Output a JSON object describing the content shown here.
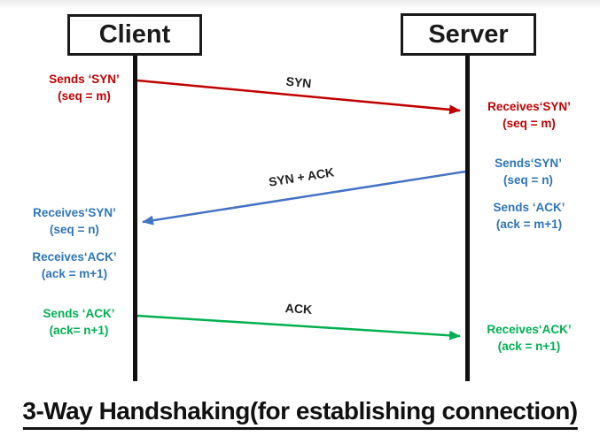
{
  "title": "3-Way Handshaking(for establishing connection)",
  "colors": {
    "red": "#C00000",
    "blue_text": "#2E75B6",
    "blue_line": "#4472C4",
    "green": "#00B050",
    "black": "#1A1A1A"
  },
  "actors": {
    "client": "Client",
    "server": "Server"
  },
  "messages": {
    "syn": {
      "label": "SYN",
      "from": "client",
      "to": "server",
      "color": "#C00000"
    },
    "syn_ack": {
      "label": "SYN + ACK",
      "from": "server",
      "to": "client",
      "color": "#4472C4"
    },
    "ack": {
      "label": "ACK",
      "from": "client",
      "to": "server",
      "color": "#00B050"
    }
  },
  "annotations": {
    "client": {
      "sends_syn": {
        "l1": "Sends ‘SYN’",
        "l2": "(seq = m)"
      },
      "receives_syn": {
        "l1": "Receives‘SYN’",
        "l2": "(seq = n)"
      },
      "receives_ack": {
        "l1": "Receives‘ACK’",
        "l2": "(ack = m+1)"
      },
      "sends_ack": {
        "l1": "Sends ‘ACK’",
        "l2": "(ack= n+1)"
      }
    },
    "server": {
      "receives_syn": {
        "l1": "Receives‘SYN’",
        "l2": "(seq = m)"
      },
      "sends_syn": {
        "l1": "Sends‘SYN’",
        "l2": "(seq = n)"
      },
      "sends_ack": {
        "l1": "Sends ‘ACK’",
        "l2": "(ack = m+1)"
      },
      "receives_ack": {
        "l1": "Receives‘ACK’",
        "l2": "(ack = n+1)"
      }
    }
  }
}
